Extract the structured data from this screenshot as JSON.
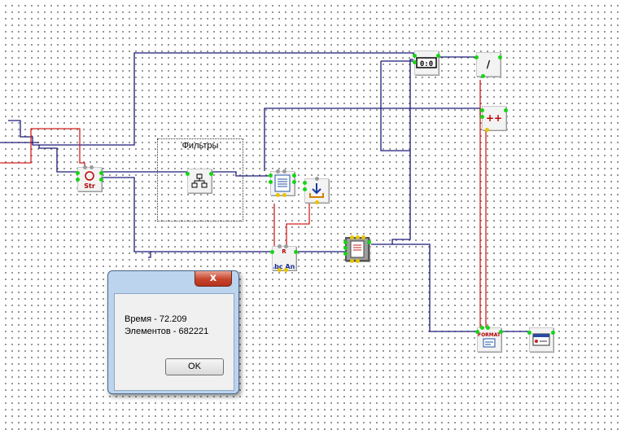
{
  "canvas": {
    "background": "#ffffff",
    "grid_dot_color": "#7a7a7a"
  },
  "group": {
    "label": "Фильтры"
  },
  "wire_colors": {
    "blue": "#1a1a7a",
    "red": "#d42020"
  },
  "components": [
    {
      "id": "str-component",
      "label": "Str",
      "icon": "str-ring-icon"
    },
    {
      "id": "tree-filter-component",
      "label": "",
      "icon": "tree-hierarchy-icon"
    },
    {
      "id": "memo-component",
      "label": "",
      "icon": "document-lines-icon"
    },
    {
      "id": "download-component",
      "label": "",
      "icon": "download-arrow-icon"
    },
    {
      "id": "replace-component",
      "label": "Abc Anc",
      "icon": "text-replace-icon"
    },
    {
      "id": "file-component",
      "label": "",
      "icon": "file-document-icon"
    },
    {
      "id": "timer-component",
      "label": "0:0",
      "icon": "timer-display-icon"
    },
    {
      "id": "divide-component",
      "label": "/",
      "icon": "divide-icon"
    },
    {
      "id": "increment-component",
      "label": "++",
      "icon": "increment-icon"
    },
    {
      "id": "format-component",
      "label": "FORMAT",
      "icon": "format-icon"
    },
    {
      "id": "message-component",
      "label": "",
      "icon": "message-box-icon"
    }
  ],
  "dialog": {
    "close_label": "x",
    "lines": [
      "Время - 72.209",
      "Элементов - 682221"
    ],
    "ok_label": "OK"
  }
}
